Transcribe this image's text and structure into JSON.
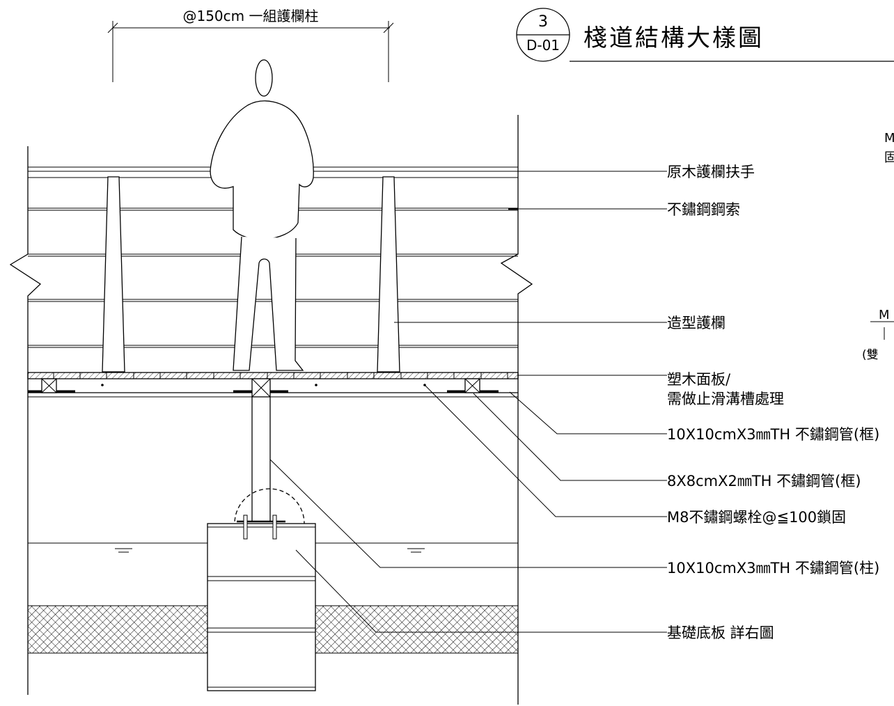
{
  "title": {
    "detail_number": "3",
    "sheet_number": "D-01",
    "text": "棧道結構大樣圖"
  },
  "dimension": {
    "text": "@150cm 一組護欄柱"
  },
  "callouts": [
    {
      "id": "handrail",
      "text": "原木護欄扶手"
    },
    {
      "id": "cable",
      "text": "不鏽鋼鋼索"
    },
    {
      "id": "railing",
      "text": "造型護欄"
    },
    {
      "id": "deck_line1",
      "text": "塑木面板/"
    },
    {
      "id": "deck_line2",
      "text": "需做止滑溝槽處理"
    },
    {
      "id": "frame_10",
      "text": "10X10cmX3㎜TH 不鏽鋼管(框)"
    },
    {
      "id": "frame_8",
      "text": "8X8cmX2㎜TH 不鏽鋼管(框)"
    },
    {
      "id": "bolt",
      "text": "M8不鏽鋼螺栓@≦100鎖固"
    },
    {
      "id": "column",
      "text": "10X10cmX3㎜TH 不鏽鋼管(柱)"
    },
    {
      "id": "footing",
      "text": "基礎底板  詳右圖"
    }
  ],
  "cut_off_edge": {
    "text_1": "M",
    "text_2": "固",
    "text_3": "M",
    "text_4": "(雙"
  },
  "colors": {
    "line": "#000000",
    "background": "#ffffff"
  }
}
